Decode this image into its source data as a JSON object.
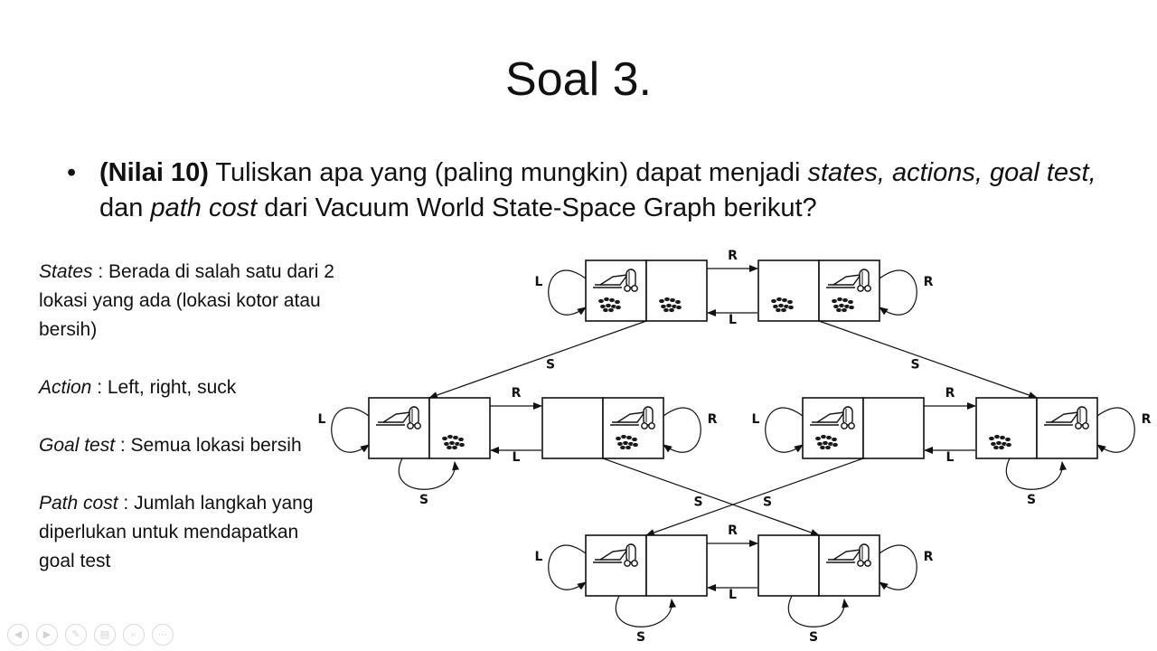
{
  "slide": {
    "title": "Soal 3."
  },
  "question": {
    "bullet": "•",
    "segments": [
      {
        "text": "(Nilai 10)",
        "style": "bold"
      },
      {
        "text": " Tuliskan apa yang (paling mungkin) dapat menjadi ",
        "style": "normal"
      },
      {
        "text": "states, actions, goal test,",
        "style": "italic"
      },
      {
        "text": " dan ",
        "style": "normal"
      },
      {
        "text": "path cost",
        "style": "italic"
      },
      {
        "text": " dari Vacuum World State-Space Graph berikut?",
        "style": "normal"
      }
    ]
  },
  "answers": [
    {
      "term": "States",
      "definition": " : Berada di salah satu dari 2 lokasi yang ada (lokasi kotor atau bersih)"
    },
    {
      "term": "Action",
      "definition": " : Left, right, suck"
    },
    {
      "term": "Goal test",
      "definition": " : Semua lokasi bersih"
    },
    {
      "term": "Path cost",
      "definition": " : Jumlah langkah yang diperlukan untuk mendapatkan goal test"
    }
  ],
  "graph": {
    "states": [
      {
        "id": "s1",
        "vacuum": "left",
        "dirt_left": true,
        "dirt_right": true
      },
      {
        "id": "s2",
        "vacuum": "right",
        "dirt_left": true,
        "dirt_right": true
      },
      {
        "id": "s3",
        "vacuum": "left",
        "dirt_left": false,
        "dirt_right": true
      },
      {
        "id": "s4",
        "vacuum": "right",
        "dirt_left": false,
        "dirt_right": true
      },
      {
        "id": "s5",
        "vacuum": "left",
        "dirt_left": true,
        "dirt_right": false
      },
      {
        "id": "s6",
        "vacuum": "right",
        "dirt_left": true,
        "dirt_right": false
      },
      {
        "id": "s7",
        "vacuum": "left",
        "dirt_left": false,
        "dirt_right": false
      },
      {
        "id": "s8",
        "vacuum": "right",
        "dirt_left": false,
        "dirt_right": false
      }
    ],
    "transitions": [
      {
        "from": "s1",
        "to": "s2",
        "label": "R"
      },
      {
        "from": "s2",
        "to": "s1",
        "label": "L"
      },
      {
        "from": "s1",
        "to": "s1",
        "label": "L"
      },
      {
        "from": "s2",
        "to": "s2",
        "label": "R"
      },
      {
        "from": "s1",
        "to": "s3",
        "label": "S"
      },
      {
        "from": "s2",
        "to": "s6",
        "label": "S"
      },
      {
        "from": "s3",
        "to": "s4",
        "label": "R"
      },
      {
        "from": "s4",
        "to": "s3",
        "label": "L"
      },
      {
        "from": "s3",
        "to": "s3",
        "label": "L"
      },
      {
        "from": "s4",
        "to": "s4",
        "label": "R"
      },
      {
        "from": "s3",
        "to": "s3",
        "label": "S"
      },
      {
        "from": "s4",
        "to": "s8",
        "label": "S"
      },
      {
        "from": "s5",
        "to": "s6",
        "label": "R"
      },
      {
        "from": "s6",
        "to": "s5",
        "label": "L"
      },
      {
        "from": "s5",
        "to": "s5",
        "label": "L"
      },
      {
        "from": "s6",
        "to": "s6",
        "label": "R"
      },
      {
        "from": "s5",
        "to": "s7",
        "label": "S"
      },
      {
        "from": "s6",
        "to": "s6",
        "label": "S"
      },
      {
        "from": "s7",
        "to": "s8",
        "label": "R"
      },
      {
        "from": "s8",
        "to": "s7",
        "label": "L"
      },
      {
        "from": "s7",
        "to": "s7",
        "label": "L"
      },
      {
        "from": "s8",
        "to": "s8",
        "label": "R"
      },
      {
        "from": "s7",
        "to": "s7",
        "label": "S"
      },
      {
        "from": "s8",
        "to": "s8",
        "label": "S"
      }
    ]
  },
  "player_controls": [
    {
      "icon": "previous-icon",
      "glyph": "◀"
    },
    {
      "icon": "play-icon",
      "glyph": "▶"
    },
    {
      "icon": "pen-icon",
      "glyph": "✎"
    },
    {
      "icon": "slides-icon",
      "glyph": "▤"
    },
    {
      "icon": "zoom-icon",
      "glyph": "⌕"
    },
    {
      "icon": "more-icon",
      "glyph": "⋯"
    }
  ]
}
